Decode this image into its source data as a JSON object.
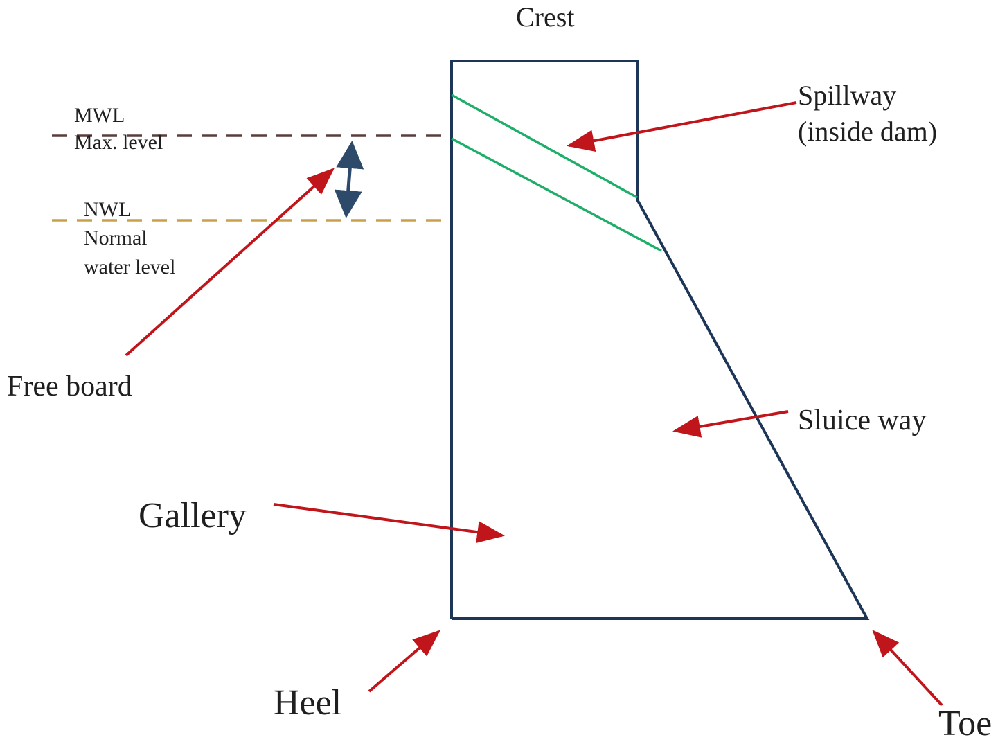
{
  "labels": {
    "crest": "Crest",
    "spillway_line1": "Spillway",
    "spillway_line2": "(inside dam)",
    "mwl_abbr": "MWL",
    "mwl_full": "Max. level",
    "nwl_abbr": "NWL",
    "nwl_full_line1": "Normal",
    "nwl_full_line2": "water level",
    "free_board": "Free board",
    "sluice_way": "Sluice way",
    "gallery": "Gallery",
    "heel": "Heel",
    "toe": "Toe"
  },
  "colors": {
    "dam_outline": "#1d3557",
    "spillway": "#1fae6a",
    "mwl_line": "#5a3e3e",
    "nwl_line": "#c9a04a",
    "pointer_arrow": "#c0161b",
    "freeboard_arrow": "#2e4a6b",
    "text": "#1f1f1f"
  }
}
